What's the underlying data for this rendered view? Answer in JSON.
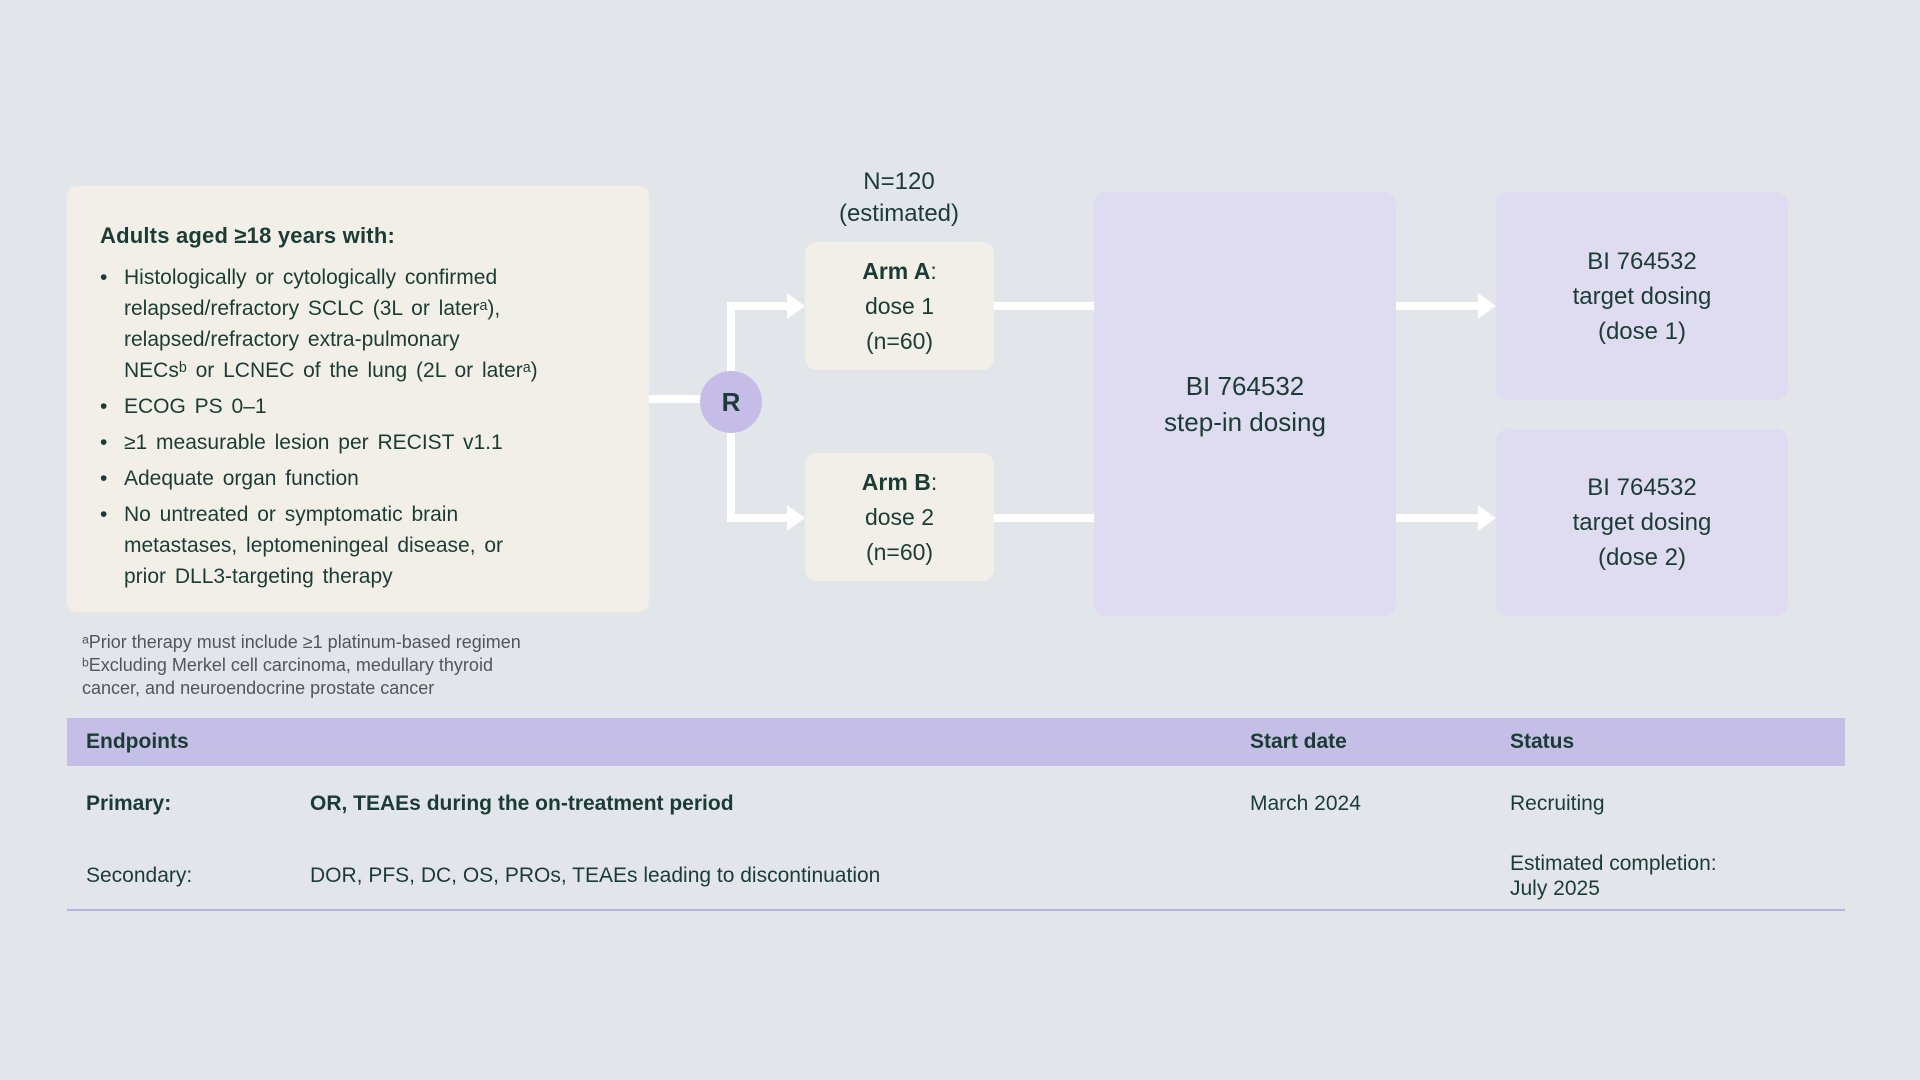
{
  "colors": {
    "background": "#e2e5e9",
    "panel_cream": "#f1efe8",
    "panel_lavender": "#dfdcf2",
    "accent_lavender": "#c5bfe7",
    "randomization_circle": "#c5bce8",
    "text_dark_green": "#1b3c34",
    "footnote_gray": "#50565a",
    "connector_white": "#ffffff",
    "hairline": "#b8b2de"
  },
  "criteria": {
    "title": "Adults aged ≥18 years with:",
    "bullet_char": "•",
    "bullets": [
      "Histologically or cytologically confirmed\nrelapsed/refractory SCLC (3L or laterᵃ),\nrelapsed/refractory extra-pulmonary\nNECsᵇ or LCNEC of the lung (2L or laterᵃ)",
      "ECOG PS 0–1",
      "≥1 measurable lesion per RECIST v1.1",
      "Adequate organ function",
      "No untreated or symptomatic brain\nmetastases, leptomeningeal disease, or\nprior DLL3-targeting therapy"
    ]
  },
  "footnotes": {
    "text": "ᵃPrior therapy must include ≥1 platinum-based regimen\nᵇExcluding Merkel cell carcinoma, medullary thyroid\ncancer, and neuroendocrine prostate cancer"
  },
  "randomization": {
    "label": "R",
    "n_label": "N=120\n(estimated)"
  },
  "arms": [
    {
      "name": "Arm A",
      "name_suffix": ":",
      "dose": "dose 1",
      "n": "(n=60)"
    },
    {
      "name": "Arm B",
      "name_suffix": ":",
      "dose": "dose 2",
      "n": "(n=60)"
    }
  ],
  "step_in_box": {
    "line1": "BI 764532",
    "line2": "step-in dosing"
  },
  "target_boxes": [
    {
      "line1": "BI 764532",
      "line2": "target dosing",
      "line3": "(dose 1)"
    },
    {
      "line1": "BI 764532",
      "line2": "target dosing",
      "line3": "(dose 2)"
    }
  ],
  "table": {
    "headers": {
      "endpoints": "Endpoints",
      "start_date": "Start date",
      "status": "Status"
    },
    "rows": [
      {
        "label": "Primary:",
        "description": "OR, TEAEs during the on-treatment period",
        "start_date": "March 2024",
        "status": "Recruiting"
      },
      {
        "label": "Secondary:",
        "description": "DOR, PFS, DC, OS, PROs, TEAEs leading to discontinuation",
        "start_date": "",
        "status": "Estimated completion:\nJuly 2025"
      }
    ]
  }
}
